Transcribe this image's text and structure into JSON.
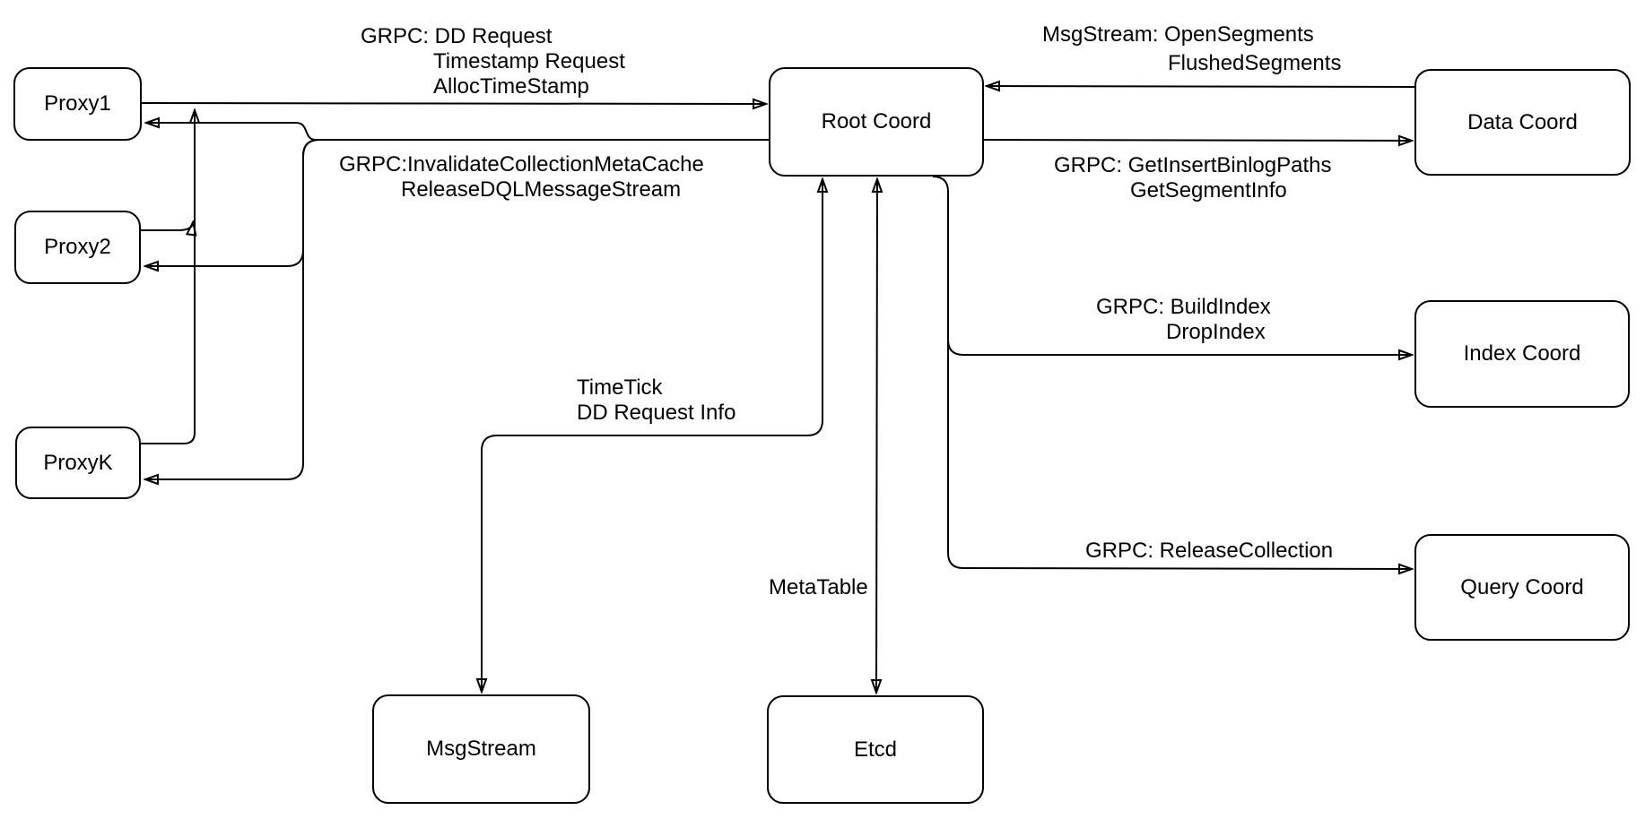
{
  "diagram": {
    "title": "Root Coord architecture diagram",
    "colors": {
      "background": "#ffffff",
      "stroke": "#000000",
      "text": "#000000"
    },
    "nodes": [
      {
        "id": "proxy1",
        "label": "Proxy1"
      },
      {
        "id": "proxy2",
        "label": "Proxy2"
      },
      {
        "id": "proxyk",
        "label": "ProxyK"
      },
      {
        "id": "root-coord",
        "label": "Root Coord"
      },
      {
        "id": "data-coord",
        "label": "Data Coord"
      },
      {
        "id": "index-coord",
        "label": "Index Coord"
      },
      {
        "id": "query-coord",
        "label": "Query Coord"
      },
      {
        "id": "msgstream",
        "label": "MsgStream"
      },
      {
        "id": "etcd",
        "label": "Etcd"
      }
    ],
    "edge_labels": [
      {
        "text": "GRPC: DD Request"
      },
      {
        "text": "Timestamp Request"
      },
      {
        "text": "AllocTimeStamp"
      },
      {
        "text": "GRPC:InvalidateCollectionMetaCache"
      },
      {
        "text": "ReleaseDQLMessageStream"
      },
      {
        "text": "MsgStream: OpenSegments"
      },
      {
        "text": "FlushedSegments"
      },
      {
        "text": "GRPC: GetInsertBinlogPaths"
      },
      {
        "text": "GetSegmentInfo"
      },
      {
        "text": "GRPC: BuildIndex"
      },
      {
        "text": "DropIndex"
      },
      {
        "text": "GRPC: ReleaseCollection"
      },
      {
        "text": "TimeTick"
      },
      {
        "text": "DD Request Info"
      },
      {
        "text": "MetaTable"
      }
    ],
    "connections": [
      {
        "from": "Proxy1",
        "to": "Root Coord",
        "label": "GRPC: DD Request, Timestamp Request, AllocTimeStamp",
        "bidirectional": false
      },
      {
        "from": "Proxy2",
        "to": "Root Coord",
        "label": "",
        "bidirectional": false
      },
      {
        "from": "ProxyK",
        "to": "Root Coord",
        "label": "",
        "bidirectional": false
      },
      {
        "from": "Root Coord",
        "to": "Proxy1, Proxy2, ProxyK",
        "label": "GRPC:InvalidateCollectionMetaCache, ReleaseDQLMessageStream",
        "bidirectional": false
      },
      {
        "from": "Data Coord",
        "to": "Root Coord",
        "label": "MsgStream: OpenSegments, FlushedSegments",
        "bidirectional": false
      },
      {
        "from": "Root Coord",
        "to": "Data Coord",
        "label": "GRPC: GetInsertBinlogPaths, GetSegmentInfo",
        "bidirectional": false
      },
      {
        "from": "Root Coord",
        "to": "Index Coord",
        "label": "GRPC: BuildIndex, DropIndex",
        "bidirectional": false
      },
      {
        "from": "Root Coord",
        "to": "Query Coord",
        "label": "GRPC: ReleaseCollection",
        "bidirectional": false
      },
      {
        "from": "Root Coord",
        "to": "MsgStream",
        "label": "TimeTick, DD Request Info",
        "bidirectional": true
      },
      {
        "from": "Root Coord",
        "to": "Etcd",
        "label": "MetaTable",
        "bidirectional": true
      }
    ]
  }
}
